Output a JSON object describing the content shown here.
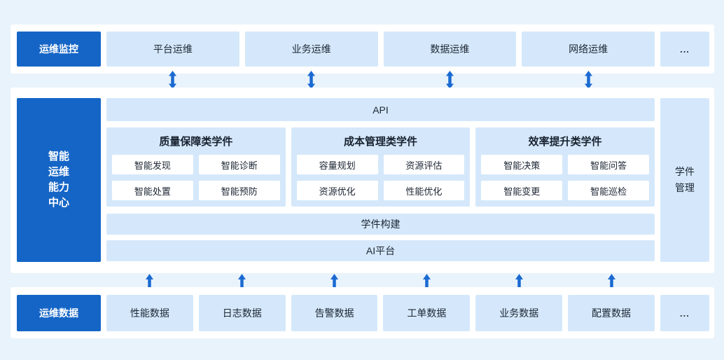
{
  "colors": {
    "page_bg": "#e9f3fc",
    "panel_bg": "#ffffff",
    "box_bg": "#d5e8fb",
    "accent_blue": "#1565c6",
    "arrow_blue": "#1a6ad2",
    "text_dark": "#1c2633",
    "text_white": "#ffffff"
  },
  "monitor_row": {
    "label": "运维监控",
    "items": [
      "平台运维",
      "业务运维",
      "数据运维",
      "网络运维"
    ],
    "more": "..."
  },
  "center": {
    "label": "智能\n运维\n能力\n中心",
    "api_bar": "API",
    "groups": [
      {
        "title": "质量保障类学件",
        "items": [
          "智能发现",
          "智能诊断",
          "智能处置",
          "智能预防"
        ]
      },
      {
        "title": "成本管理类学件",
        "items": [
          "容量规划",
          "资源评估",
          "资源优化",
          "性能优化"
        ]
      },
      {
        "title": "效率提升类学件",
        "items": [
          "智能决策",
          "智能问答",
          "智能变更",
          "智能巡检"
        ]
      }
    ],
    "build_bar": "学件构建",
    "ai_bar": "AI平台",
    "side_label": "学件\n管理"
  },
  "data_row": {
    "label": "运维数据",
    "items": [
      "性能数据",
      "日志数据",
      "告警数据",
      "工单数据",
      "业务数据",
      "配置数据"
    ],
    "more": "..."
  }
}
